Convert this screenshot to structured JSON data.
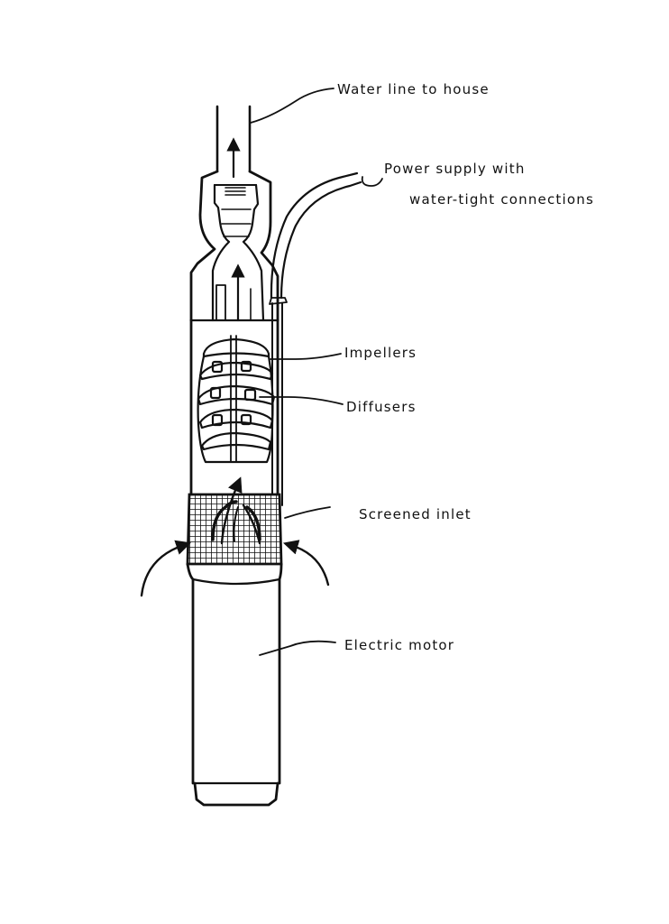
{
  "diagram": {
    "labels": {
      "water_line": "Water line to house",
      "power_supply_line1": "Power supply with",
      "power_supply_line2": "water-tight connections",
      "impellers": "Impellers",
      "diffusers": "Diffusers",
      "screened_inlet": "Screened inlet",
      "electric_motor": "Electric motor"
    },
    "colors": {
      "ink": "#111111",
      "background": "#ffffff"
    }
  }
}
